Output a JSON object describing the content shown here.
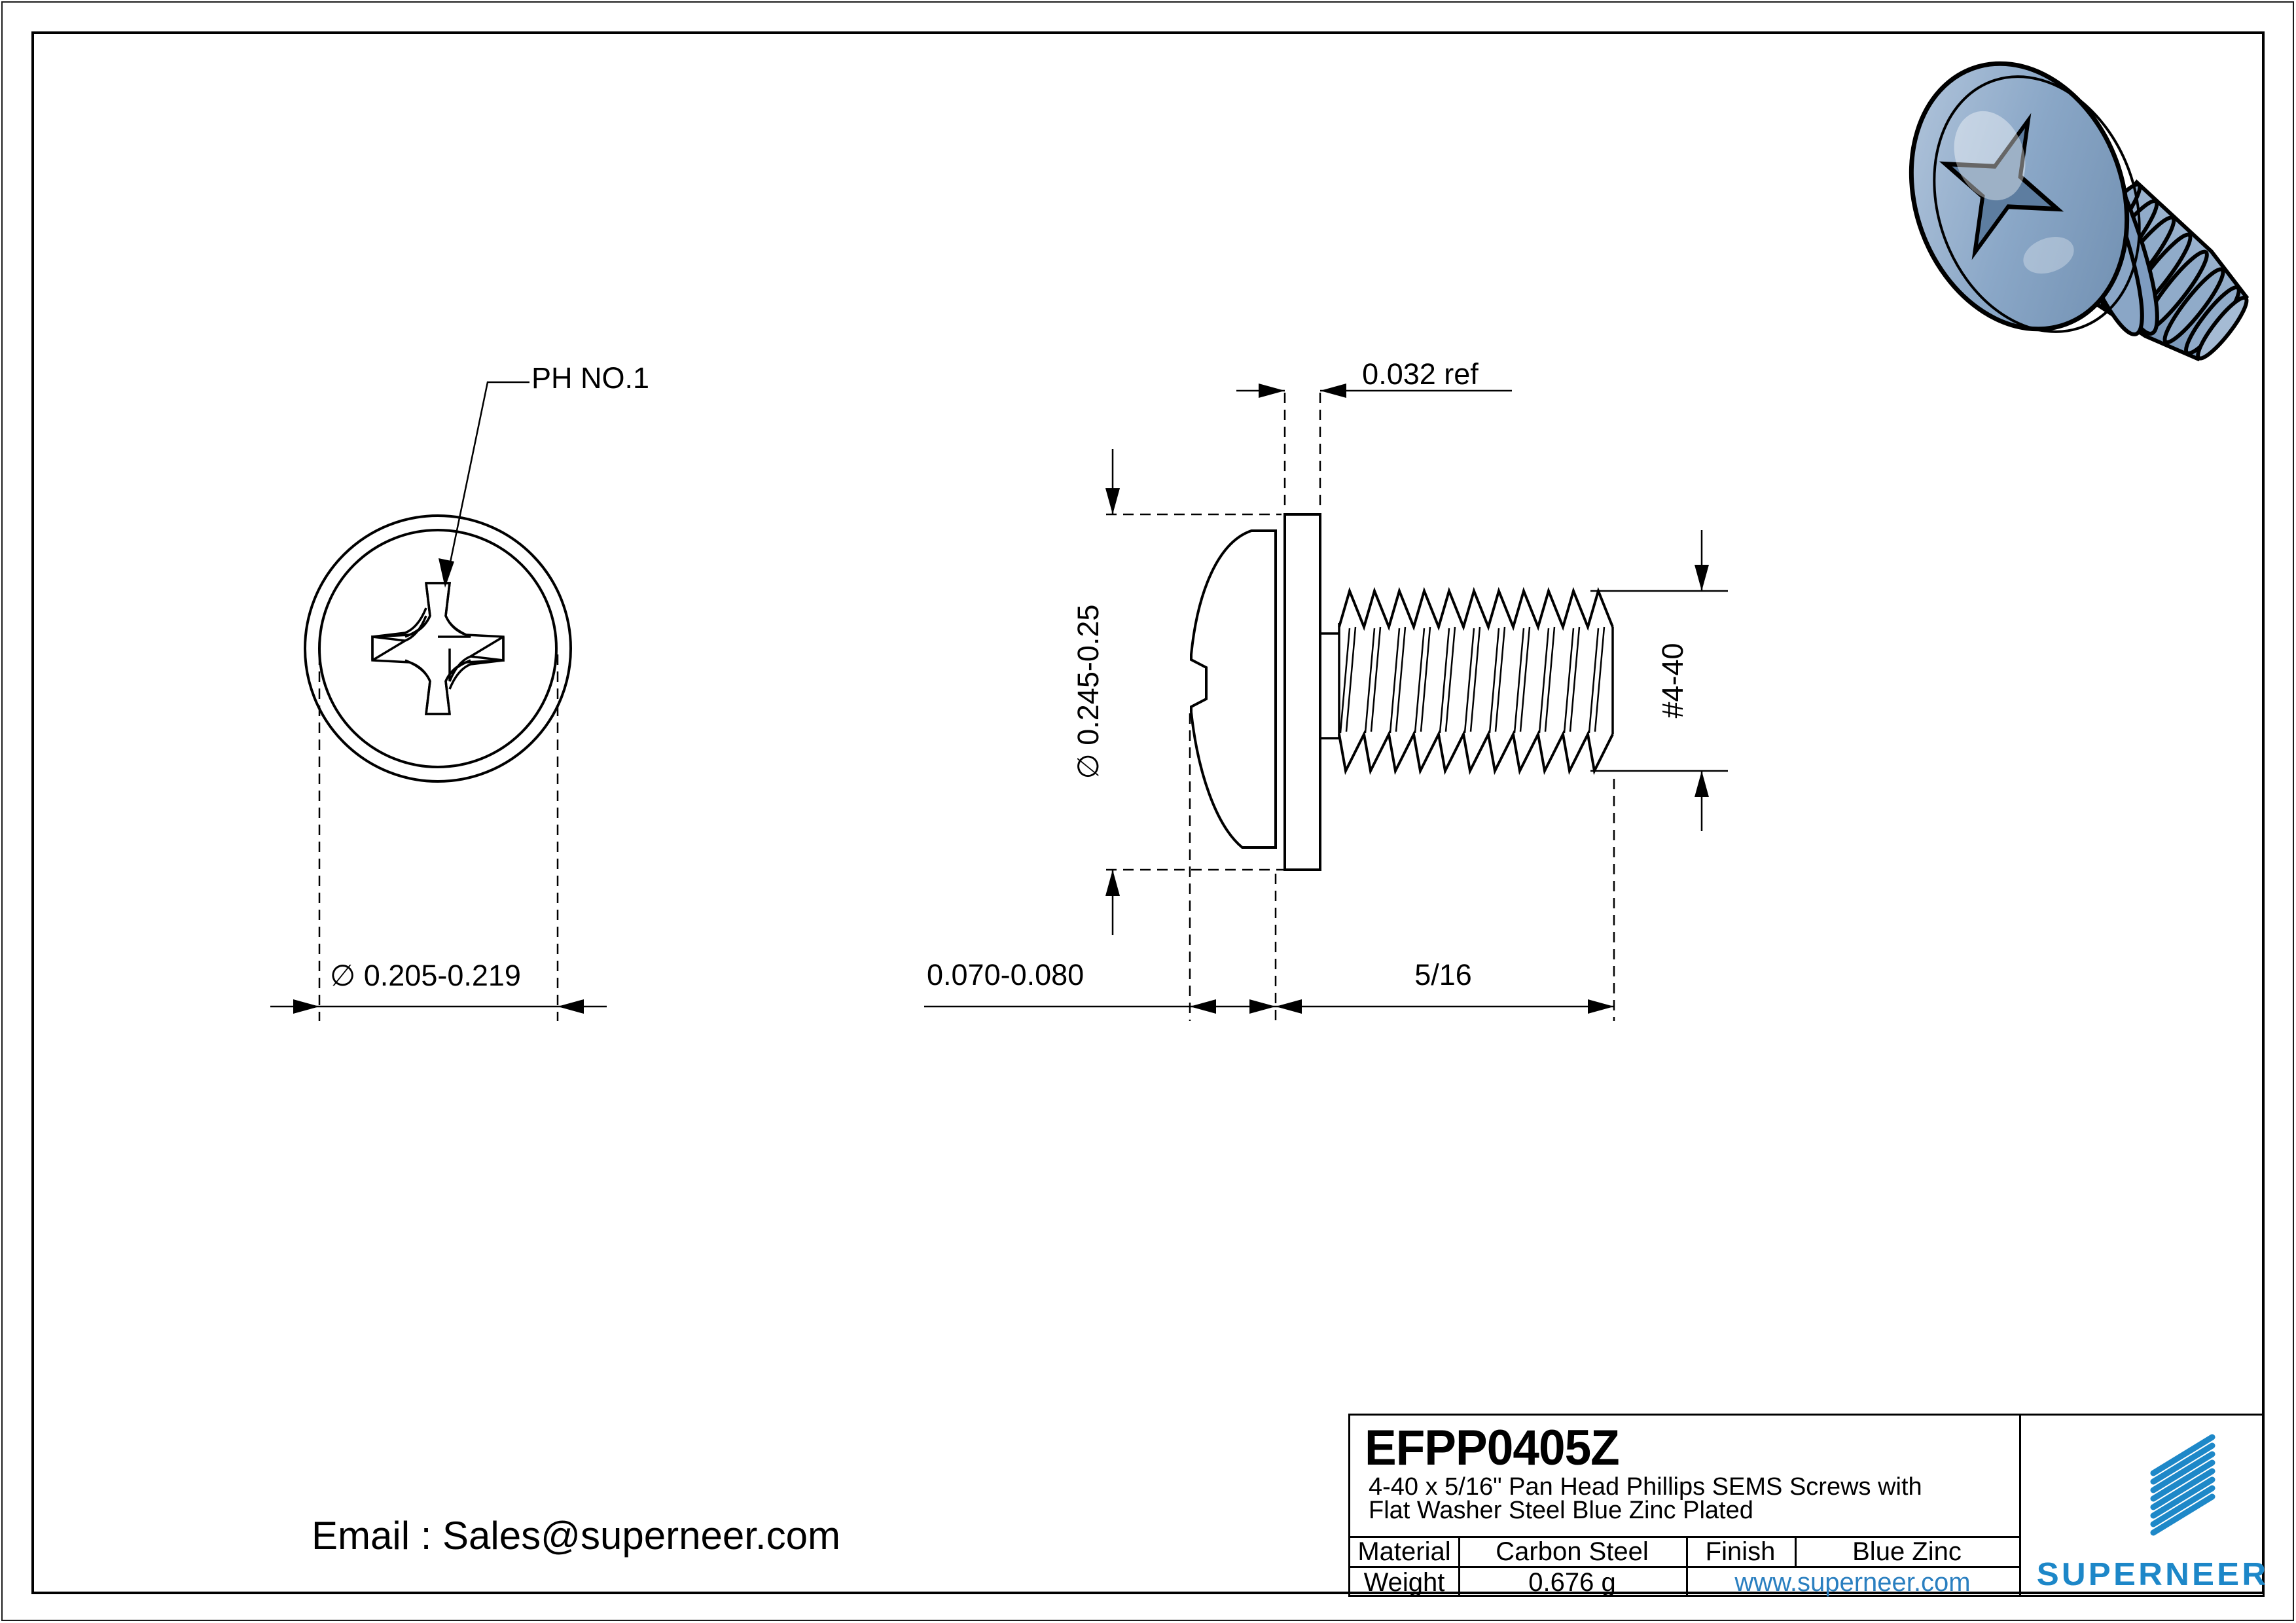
{
  "drawing": {
    "front_view": {
      "drive_label": "PH NO.1",
      "head_diameter_dim": "∅ 0.205-0.219"
    },
    "side_view": {
      "washer_thickness_dim": "0.032 ref",
      "washer_diameter_dim": "∅ 0.245-0.25",
      "thread_size_dim": "#4-40",
      "head_height_dim": "0.070-0.080",
      "thread_length_dim": "5/16"
    },
    "line_color": "#000000"
  },
  "footer": {
    "email": "Email : Sales@superneer.com"
  },
  "title_block": {
    "part_number": "EFPP0405Z",
    "description_line1": "4-40 x 5/16\" Pan Head Phillips SEMS Screws with",
    "description_line2": "Flat Washer Steel Blue Zinc Plated",
    "material_label": "Material",
    "material_value": "Carbon Steel",
    "finish_label": "Finish",
    "finish_value": "Blue Zinc",
    "weight_label": "Weight",
    "weight_value": "0.676 g",
    "website": "www.superneer.com",
    "brand": "SUPERNEER",
    "brand_color": "#1d87c8",
    "link_color": "#2a7fc0"
  },
  "render_3d": {
    "screw_body_color": "#89a6c6",
    "screw_dark_color": "#5d7da0",
    "screw_light_color": "#b7c9de"
  }
}
